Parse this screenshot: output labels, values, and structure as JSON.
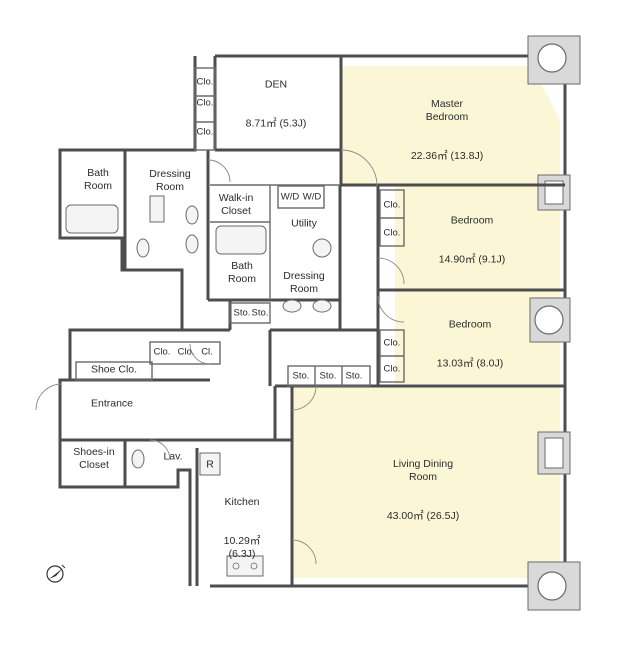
{
  "rooms": {
    "den": {
      "name": "DEN",
      "area": "8.71㎡ (5.3J)"
    },
    "master_bedroom": {
      "name": "Master\nBedroom",
      "area": "22.36㎡ (13.8J)"
    },
    "bedroom_1": {
      "name": "Bedroom",
      "area": "14.90㎡ (9.1J)"
    },
    "bedroom_2": {
      "name": "Bedroom",
      "area": "13.03㎡ (8.0J)"
    },
    "living_dining": {
      "name": "Living Dining\nRoom",
      "area": "43.00㎡ (26.5J)"
    },
    "kitchen": {
      "name": "Kitchen",
      "area": "10.29㎡\n(6.3J)"
    },
    "bath_1": {
      "name": "Bath\nRoom"
    },
    "bath_2": {
      "name": "Bath\nRoom"
    },
    "dressing_1": {
      "name": "Dressing\nRoom"
    },
    "dressing_2": {
      "name": "Dressing\nRoom"
    },
    "walk_in_closet": {
      "name": "Walk-in\nCloset"
    },
    "utility": {
      "name": "Utility"
    },
    "entrance": {
      "name": "Entrance"
    },
    "shoe_closet": {
      "name": "Shoe Clo."
    },
    "shoes_in_closet": {
      "name": "Shoes-in\nCloset"
    },
    "lavatory": {
      "name": "Lav."
    },
    "refrigerator": {
      "name": "R"
    }
  },
  "storage": {
    "clo": "Clo.",
    "sto": "Sto.",
    "wd": "W/D",
    "clo_short": "Cl."
  },
  "colors": {
    "highlight": "#fbf7d6",
    "wall": "#4d4d4d",
    "hatch": "#d9d9d9"
  },
  "icons": {
    "compass": "north-arrow-icon"
  }
}
